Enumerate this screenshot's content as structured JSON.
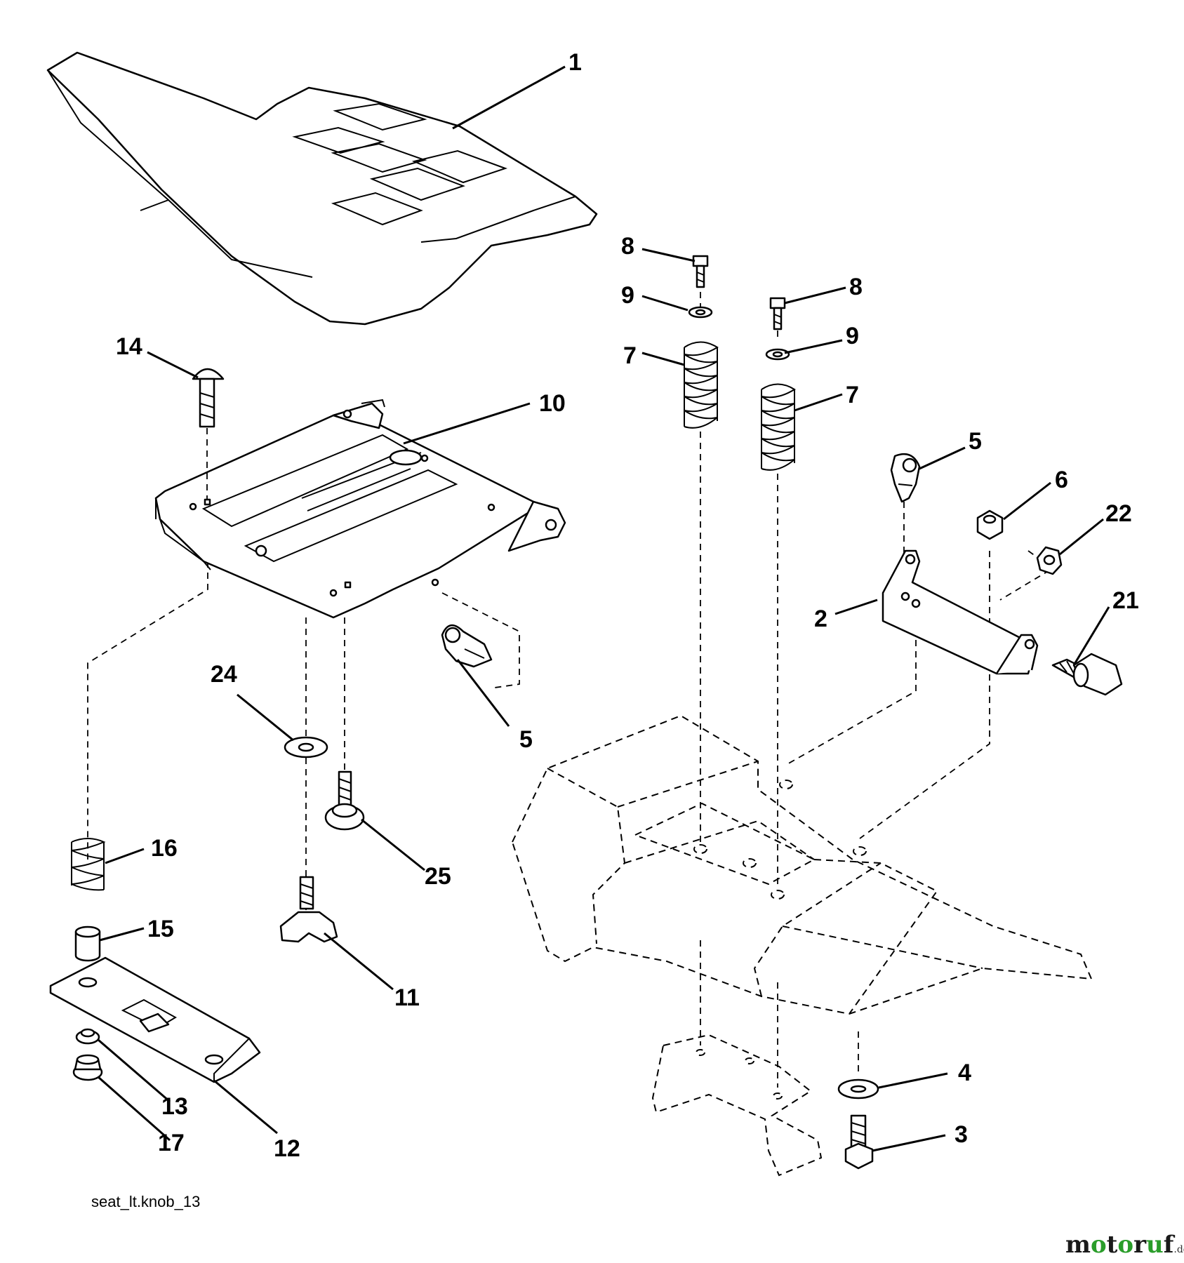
{
  "drawing_name": "seat_lt.knob_13",
  "watermark": {
    "part_a": "motoruf",
    "part_b": ".de",
    "accent_color": "#2a9d2a"
  },
  "callouts": {
    "c1": "1",
    "c2": "2",
    "c3": "3",
    "c4": "4",
    "c5a": "5",
    "c5b": "5",
    "c6": "6",
    "c7a": "7",
    "c7b": "7",
    "c8a": "8",
    "c8b": "8",
    "c9a": "9",
    "c9b": "9",
    "c10": "10",
    "c11": "11",
    "c12": "12",
    "c13": "13",
    "c14": "14",
    "c15": "15",
    "c16": "16",
    "c17": "17",
    "c21": "21",
    "c22": "22",
    "c24": "24",
    "c25": "25"
  }
}
